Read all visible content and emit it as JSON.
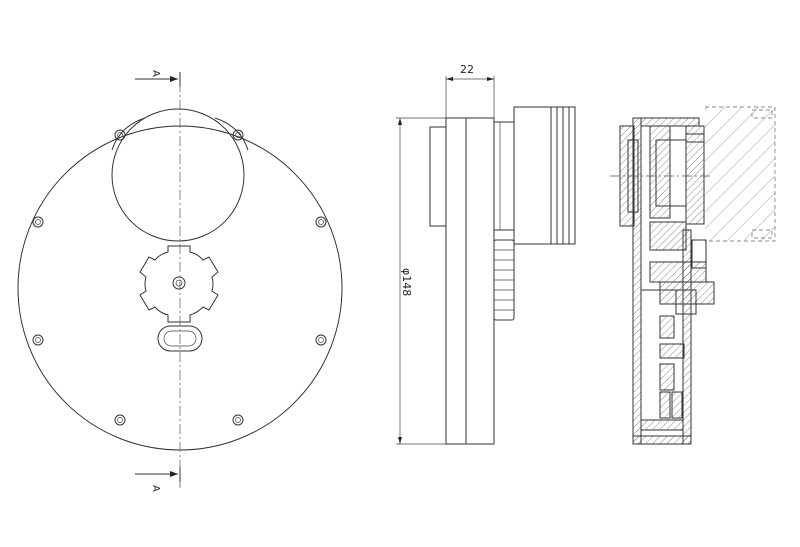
{
  "views": {
    "front": {
      "section_marker_top": "A",
      "section_marker_bottom": "A"
    },
    "side": {
      "dimension_width": "22",
      "dimension_diameter": "φ148"
    },
    "section": {}
  },
  "colors": {
    "line": "#333333",
    "hatch": "#666666",
    "background": "#ffffff"
  }
}
